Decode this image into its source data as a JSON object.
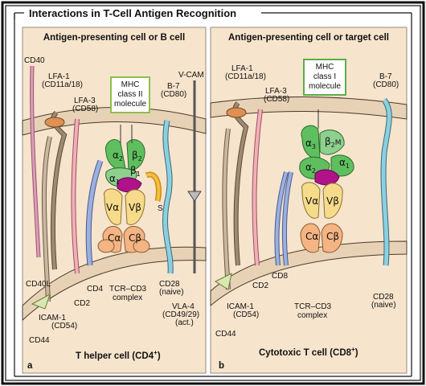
{
  "title": "Interactions in T-Cell Antigen Recognition",
  "colors": {
    "background": "#f7e4cc",
    "membrane": "#e8d2b6",
    "membrane_line": "#4a3a2a",
    "mhc_box": "#8cc04a",
    "alpha_green": "#5fbf5f",
    "peptide_purple": "#b0128a",
    "tcr_yellow": "#f6db8a",
    "constant_orange": "#f4b483"
  },
  "panels": [
    {
      "letter": "a",
      "header": "Antigen-presenting cell or B cell",
      "footer_text": "T helper cell (CD4",
      "footer_sup": "+",
      "footer_end": ")",
      "mhc_line1": "MHC",
      "mhc_line2": "class II",
      "mhc_line3": "molecule",
      "labels": {
        "cd40": "CD40",
        "lfa1": "LFA-1",
        "lfa1_sub": "(CD11a/18)",
        "lfa3": "LFA-3",
        "lfa3_sub": "(CD58)",
        "b7": "B-7",
        "b7_sub": "(CD80)",
        "vcam": "V-CAM",
        "cd40l": "CD40L",
        "icam1": "ICAM-1",
        "icam1_sub": "(CD54)",
        "cd2": "CD2",
        "cd4": "CD4",
        "cd44": "CD44",
        "tcr1": "TCR–CD3",
        "tcr2": "complex",
        "cd28": "CD28",
        "cd28_sub": "(naive)",
        "vla1": "VLA-4",
        "vla2": "(CD49/29)",
        "vla3": "(act.)",
        "s": "S",
        "a1": "α",
        "a1_sub": "1",
        "a2": "α",
        "a2_sub": "2",
        "b1": "β",
        "b1_sub": "1",
        "b2": "β",
        "b2_sub": "2",
        "va": "Vα",
        "vb": "Vβ",
        "ca": "Cα",
        "cb": "Cβ"
      }
    },
    {
      "letter": "b",
      "header": "Antigen-presenting cell or target cell",
      "footer_text": "Cytotoxic T cell (CD8",
      "footer_sup": "+",
      "footer_end": ")",
      "mhc_line1": "MHC",
      "mhc_line2": "class I",
      "mhc_line3": "molecule",
      "labels": {
        "lfa1": "LFA-1",
        "lfa1_sub": "(CD11a/18)",
        "lfa3": "LFA-3",
        "lfa3_sub": "(CD58)",
        "b7": "B-7",
        "b7_sub": "(CD80)",
        "cd2": "CD2",
        "cd8": "CD8",
        "icam1": "ICAM-1",
        "icam1_sub": "(CD54)",
        "cd44": "CD44",
        "tcr1": "TCR–CD3",
        "tcr2": "complex",
        "cd28": "CD28",
        "cd28_sub": "(naive)",
        "a1": "α",
        "a1_sub": "1",
        "a2": "α",
        "a2_sub": "2",
        "a3": "α",
        "a3_sub": "3",
        "b2m": "β",
        "b2m_sub": "2",
        "b2m_m": "M",
        "va": "Vα",
        "vb": "Vβ",
        "ca": "Cα",
        "cb": "Cβ"
      }
    }
  ]
}
